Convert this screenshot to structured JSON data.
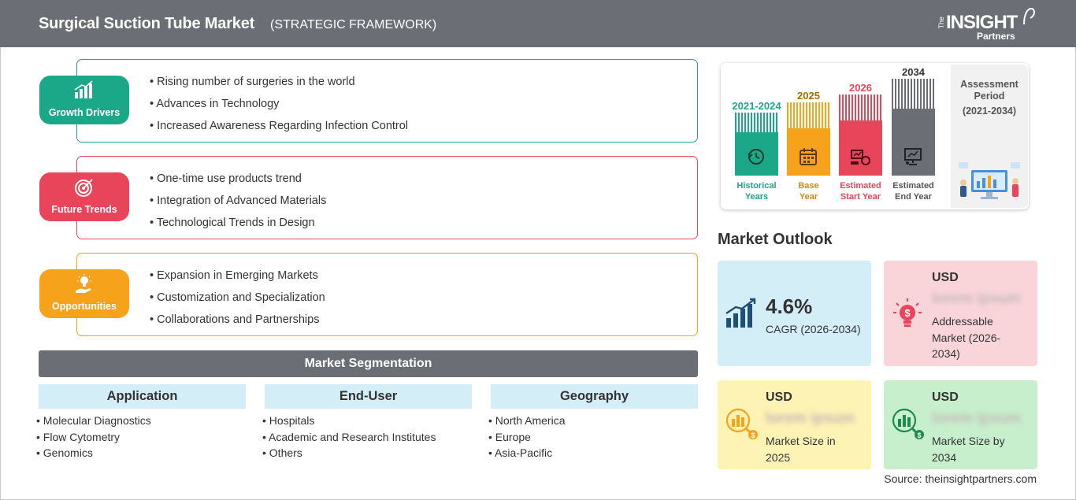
{
  "header": {
    "title": "Surgical Suction Tube Market",
    "subtitle": "(STRATEGIC FRAMEWORK)",
    "logo_the": "The",
    "logo_insight": "INSIGHT",
    "logo_partners": "Partners"
  },
  "categories": [
    {
      "label": "Growth Drivers",
      "color": "#1aa889",
      "icon": "growth-chart-icon",
      "items": [
        "Rising number of surgeries in the world",
        "Advances in Technology",
        "Increased Awareness Regarding Infection Control"
      ]
    },
    {
      "label": "Future Trends",
      "color": "#e8455a",
      "icon": "target-icon",
      "items": [
        "One-time use products trend",
        "Integration of Advanced Materials",
        "Technological Trends in Design"
      ]
    },
    {
      "label": "Opportunities",
      "color": "#f6a21a",
      "icon": "lightbulb-hand-icon",
      "items": [
        "Expansion in Emerging Markets",
        "Customization and Specialization",
        "Collaborations and Partnerships"
      ]
    }
  ],
  "segmentation": {
    "title": "Market Segmentation",
    "columns": [
      {
        "head": "Application",
        "items": [
          "Molecular Diagnostics",
          "Flow Cytometry",
          "Genomics"
        ]
      },
      {
        "head": "End-User",
        "items": [
          "Hospitals",
          "Academic and Research Institutes",
          "Others"
        ]
      },
      {
        "head": "Geography",
        "items": [
          "North America",
          "Europe",
          "Asia-Pacific"
        ]
      }
    ]
  },
  "timeline": {
    "bars": [
      {
        "year": "2021-2024",
        "label_1": "Historical",
        "label_2": "Years",
        "color": "#1aa889"
      },
      {
        "year": "2025",
        "label_1": "Base",
        "label_2": "Year",
        "color": "#f6a21a"
      },
      {
        "year": "2026",
        "label_1": "Estimated",
        "label_2": "Start Year",
        "color": "#e8455a"
      },
      {
        "year": "2034",
        "label_1": "Estimated",
        "label_2": "End Year",
        "color": "#6b6f75"
      }
    ],
    "assessment_1": "Assessment",
    "assessment_2": "Period",
    "assessment_range": "(2021-2034)"
  },
  "outlook": {
    "title": "Market Outlook",
    "cagr_value": "4.6%",
    "cagr_label": "CAGR (2026-2034)",
    "addressable_usd": "USD",
    "addressable_value": "lorem ipsum",
    "addressable_label_1": "Addressable",
    "addressable_label_2": "Market (2026-",
    "addressable_label_3": "2034)",
    "size2025_usd": "USD",
    "size2025_value": "lorem ipsum",
    "size2025_label_1": "Market Size in",
    "size2025_label_2": "2025",
    "size2034_usd": "USD",
    "size2034_value": "lorem ipsum",
    "size2034_label_1": "Market Size by",
    "size2034_label_2": "2034"
  },
  "source": "Source: theinsightpartners.com"
}
